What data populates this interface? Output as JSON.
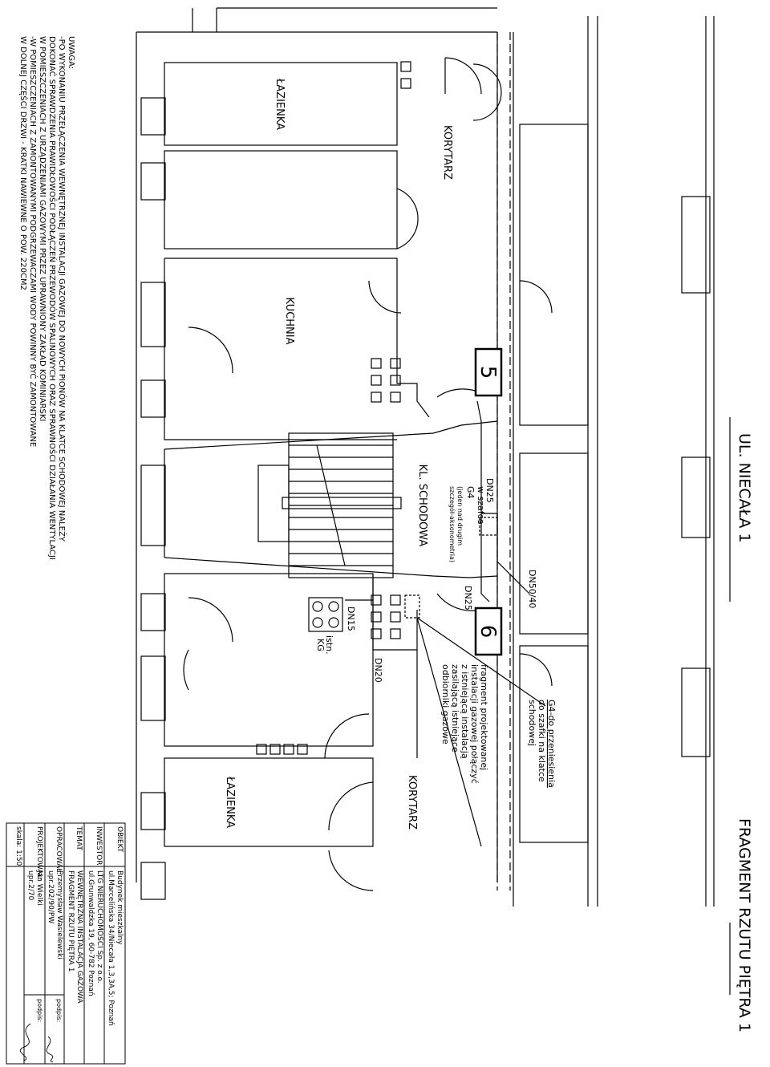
{
  "title": "FRAGMENT RZUTU PIĘTRA 1",
  "street": "UL. NIECAŁA 1",
  "rooms": {
    "bath_top": "ŁAZIENKA",
    "corridor_top": "KORYTARZ",
    "kitchen": "KUCHNIA",
    "stairs": "KL. SCHODOWA",
    "corridor_bottom": "KORYTARZ",
    "bath_bottom": "ŁAZIENKA"
  },
  "markers": {
    "m5": "5",
    "m6": "6"
  },
  "labels": {
    "dn25_top": "DN25",
    "cabinet_1": "w szafce",
    "cabinet_2": "G4",
    "cabinet_3": "(jeden nad drugim",
    "cabinet_4": "szczegół-aksonometria)",
    "dn50_40": "DN50/40",
    "dn25_mid": "DN25",
    "dn15": "DN15",
    "istn": "istn.",
    "kg": "KG",
    "dn20": "DN20",
    "g4_move_1": "G4-do przeniesienia",
    "g4_move_2": "do szafki na klatce",
    "g4_move_3": "schodowej",
    "fragment_1": "fragment projektowanej",
    "fragment_2": "instalacji gazowej połączyć",
    "fragment_3": "z istniejącą instalacją",
    "fragment_4": "zasilającą istniejące",
    "fragment_5": "odbiorniki gazowe"
  },
  "notes": [
    "UWAGA:",
    "-PO WYKONANIU PRZEŁĄCZENIA WEWNĘTRZNEJ INSTALACJI GAZOWEJ DO NOWYCH PIONÓW NA KLATCE SCHODOWEJ NALEŻY",
    "DOKONAĆ SPRAWDZENIA PRAWIDŁOWOŚCI PODŁĄCZEŃ PRZEWODÓW SPALINOWYCH ORAZ SPRAWNOŚCI DZIAŁANIA WENTYLACJI",
    "W POMIESZCZENIACH Z URZĄDZENIAMI GAZOWYMI PRZEZ UPRAWNIONY ZAKŁAD KOMINIARSKI",
    "-W POMIESZCZENIACH Z ZAMONTOWANYMI PODGRZEWACZAMI WODY POWINNY BYĆ ZAMONTOWANE",
    "W DOLNEJ CZĘŚCI DRZWI - KRATKI NAWIEWNE O POW. 220CM2"
  ],
  "title_block": {
    "obiekt_label": "OBIEKT",
    "obiekt_1": "Budynek mieszkalny",
    "obiekt_2": "ul.Marcelińska 34/Niecała 1,3,3A,5; Poznań",
    "inwestor_label": "INWESTOR",
    "inwestor_1": "LTG NIERUCHOMOŚCI Sp. z o.o.",
    "inwestor_2": "ul.Grunwaldzka 19, 60-782 Poznań",
    "temat_label": "TEMAT",
    "temat_1": "WEWNĘTRZNA INSTALACJA GAZOWA",
    "temat_2": "FRAGMENT RZUTU PIĘTRA 1",
    "opracowal_label": "OPRACOWAŁ:",
    "opracowal_1": "Przemysław Wasielewski",
    "opracowal_2": "upr.202/90/PW",
    "projektowal_label": "PROJEKTOWAŁ:",
    "projektowal_1": "Jan Wielki",
    "projektowal_2": "upr.2/70",
    "podpis_1": "podpis:",
    "podpis_2": "podpis:",
    "skala": "skala: 1:50"
  },
  "colors": {
    "ink": "#000000",
    "paper": "#ffffff"
  }
}
